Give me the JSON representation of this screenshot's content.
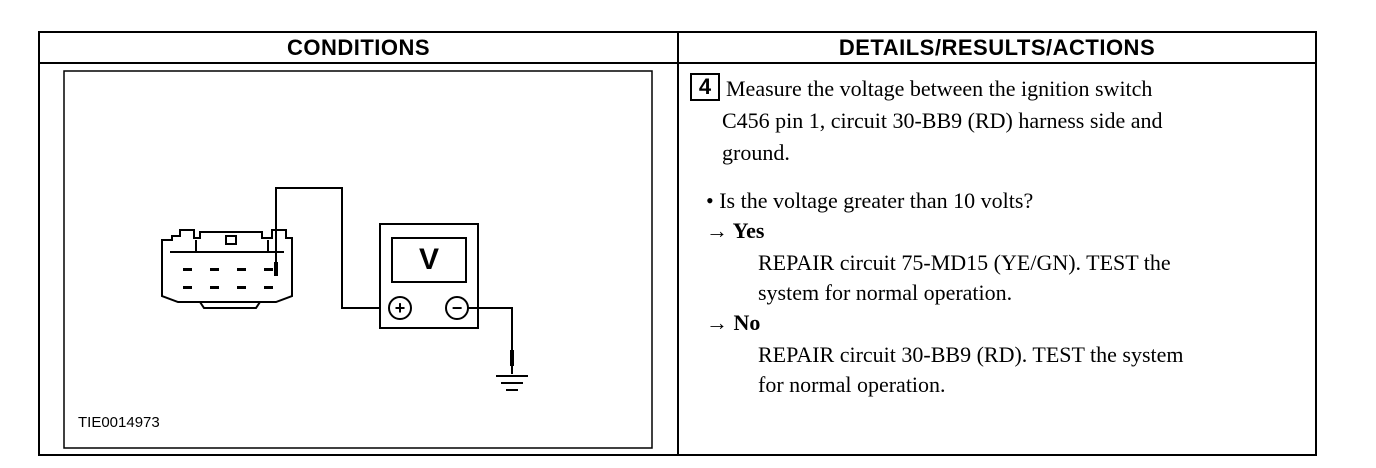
{
  "headers": {
    "conditions": "CONDITIONS",
    "details": "DETAILS/RESULTS/ACTIONS"
  },
  "figure": {
    "id": "TIE0014973",
    "meter_label": "V",
    "plus_symbol": "+",
    "minus_symbol": "−"
  },
  "step": {
    "number": "4",
    "instruction_lines": [
      "Measure the voltage between the ignition switch",
      "C456 pin 1, circuit 30-BB9 (RD) harness side and",
      "ground."
    ],
    "question": "• Is the voltage greater than 10 volts?",
    "yes_label": "→ Yes",
    "yes_lines": [
      "REPAIR circuit 75-MD15 (YE/GN). TEST the",
      "system for normal operation."
    ],
    "no_label": "→ No",
    "no_lines": [
      "REPAIR circuit 30-BB9 (RD). TEST the system",
      "for normal operation."
    ]
  }
}
